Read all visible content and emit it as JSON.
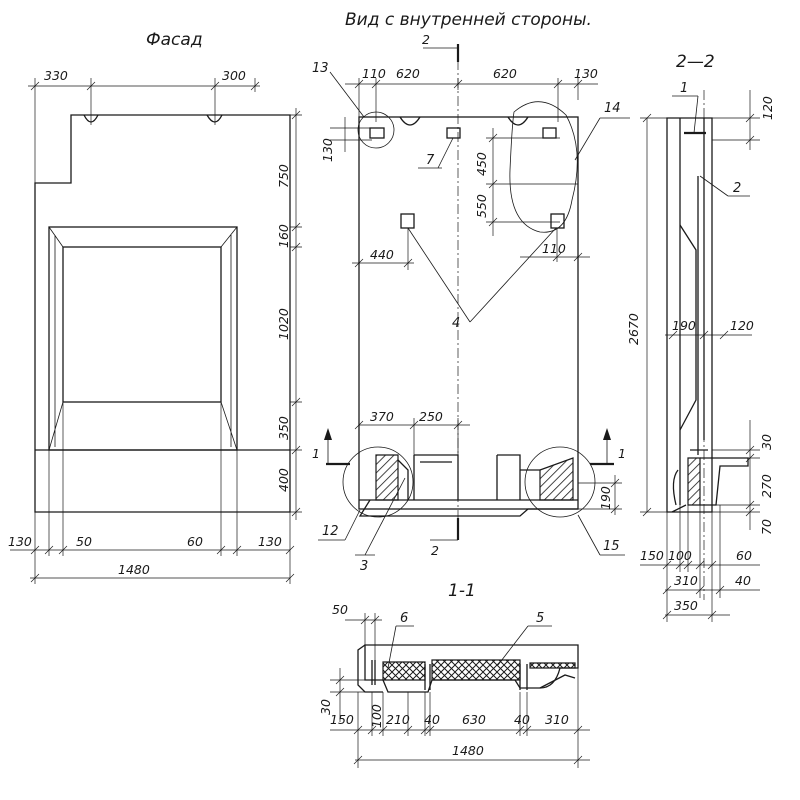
{
  "titles": {
    "facade": "Фасад",
    "inner_view": "Вид с внутренней стороны.",
    "section_2_2": "2—2",
    "section_1_1": "1-1"
  },
  "cut_marks": {
    "two": "2",
    "one": "1"
  },
  "facade_dims": {
    "top_left": "330",
    "top_right": "300",
    "d750": "750",
    "d160": "160",
    "d1020": "1020",
    "d350": "350",
    "d400": "400",
    "b130_left": "130",
    "b50": "50",
    "b60": "60",
    "b130_right": "130",
    "total": "1480"
  },
  "inner_dims": {
    "top_110": "110",
    "top_620_a": "620",
    "top_620_b": "620",
    "top_130": "130",
    "left_130": "130",
    "d450": "450",
    "d550": "550",
    "d440": "440",
    "d110": "110",
    "d370": "370",
    "d250": "250",
    "d190": "190"
  },
  "inner_callouts": {
    "c13": "13",
    "c14": "14",
    "c7": "7",
    "c4": "4",
    "c12": "12",
    "c3": "3",
    "c15": "15"
  },
  "section22_dims": {
    "d120_top": "120",
    "d2670": "2670",
    "d190": "190",
    "d120_mid": "120",
    "d30": "30",
    "d270": "270",
    "d70": "70",
    "b150": "150",
    "b100": "100",
    "b60": "60",
    "b310": "310",
    "b40": "40",
    "b350": "350"
  },
  "section22_callouts": {
    "c1": "1",
    "c2": "2"
  },
  "section11_dims": {
    "d50": "50",
    "d30": "30",
    "b150": "150",
    "b100": "100",
    "b210": "210",
    "b40_a": "40",
    "b630": "630",
    "b40_b": "40",
    "b310": "310",
    "total": "1480"
  },
  "section11_callouts": {
    "c6": "6",
    "c5": "5"
  }
}
